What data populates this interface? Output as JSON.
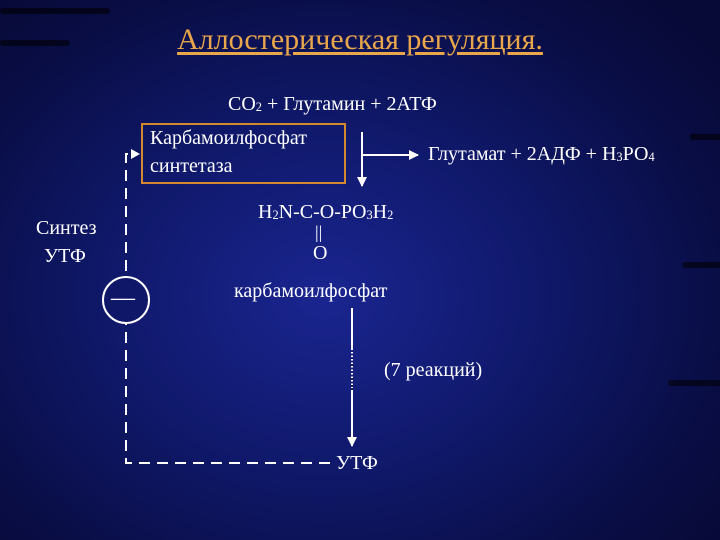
{
  "title": "Аллостерическая регуляция.",
  "substrates": {
    "co": "CO",
    "co_sub": "2",
    "rest": " + Глутамин + 2АТФ"
  },
  "enzyme": {
    "line1": "Карбамоилфосфат",
    "line2": "синтетаза"
  },
  "products": {
    "main": "Глутамат + 2АДФ + Н",
    "sub1": "3",
    "po": "РО",
    "sub2": "4"
  },
  "formula": {
    "h": "Н",
    "h_sub": "2",
    "mid": "N-C-O-PO",
    "mid_sub": "3",
    "h2": "H",
    "h2_sub": "2",
    "double_bond": "||",
    "oxygen": "O"
  },
  "product_name": "карбамоилфосфат",
  "steps": "(7 реакций)",
  "end_product": "УТФ",
  "regulation": {
    "label_line1": "Синтез",
    "label_line2": "УТФ",
    "inhibitor_symbol": "—"
  },
  "colors": {
    "background": "#0f1868",
    "title": "#e9a64a",
    "box_border": "#d4892f",
    "text": "#ffffff"
  }
}
